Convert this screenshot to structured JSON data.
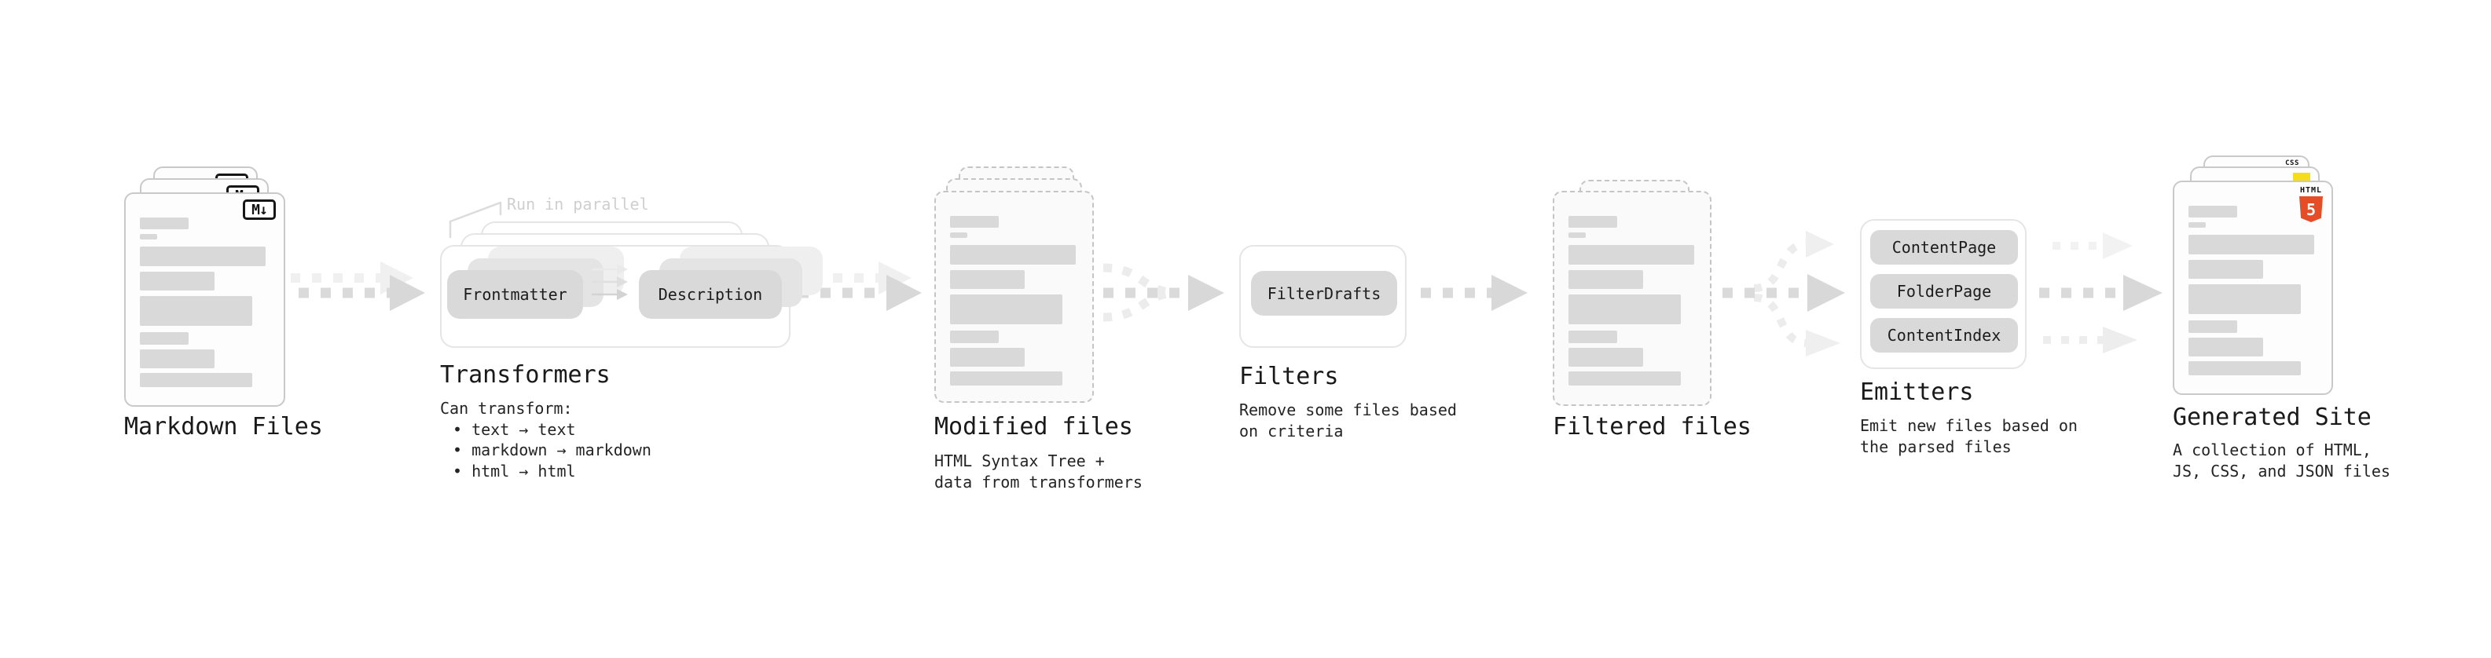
{
  "stages": {
    "markdown": {
      "label": "Markdown Files",
      "badge": "M↓"
    },
    "transformers": {
      "label": "Transformers",
      "note": "Run in parallel",
      "step1": "Frontmatter",
      "step2": "Description",
      "desc_title": "Can transform:",
      "items": [
        "• text → text",
        "• markdown → markdown",
        "• html → html"
      ]
    },
    "modified": {
      "label": "Modified files",
      "desc1": "HTML Syntax Tree +",
      "desc2": "data from transformers"
    },
    "filters": {
      "label": "Filters",
      "button": "FilterDrafts",
      "desc1": "Remove some files based",
      "desc2": "on criteria"
    },
    "filtered": {
      "label": "Filtered files"
    },
    "emitters": {
      "label": "Emitters",
      "buttons": [
        "ContentPage",
        "FolderPage",
        "ContentIndex"
      ],
      "desc1": "Emit new files based on",
      "desc2": "the parsed files"
    },
    "generated": {
      "label": "Generated Site",
      "badge_css": "CSS",
      "badge_html": "HTML",
      "badge_html_num": "5",
      "desc1": "A collection of HTML,",
      "desc2": "JS, CSS, and JSON files"
    }
  },
  "colors": {
    "arrow_main": "#d8d8d8",
    "arrow_faint": "#efefef",
    "pill_gray": "#d9d9d9",
    "html5_orange": "#e44d26",
    "js_yellow": "#f5de19",
    "css_blue": "#2965f1"
  }
}
